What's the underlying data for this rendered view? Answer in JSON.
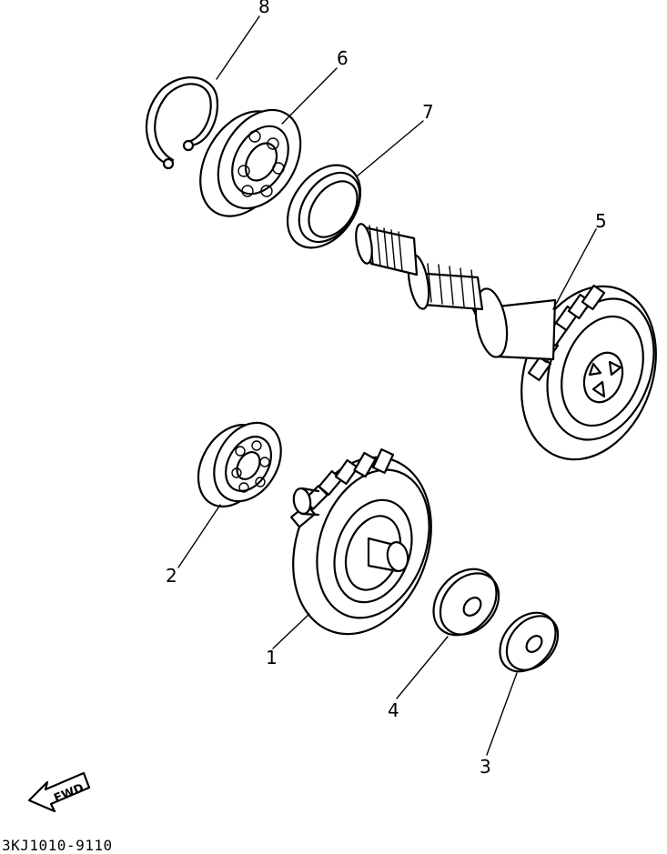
{
  "callouts": {
    "part_1": "1",
    "part_2": "2",
    "part_3": "3",
    "part_4": "4",
    "part_5": "5",
    "part_6": "6",
    "part_7": "7",
    "part_8": "8"
  },
  "fwd_arrow_label": "FWD",
  "catalog_code": "3KJ1010-9110"
}
